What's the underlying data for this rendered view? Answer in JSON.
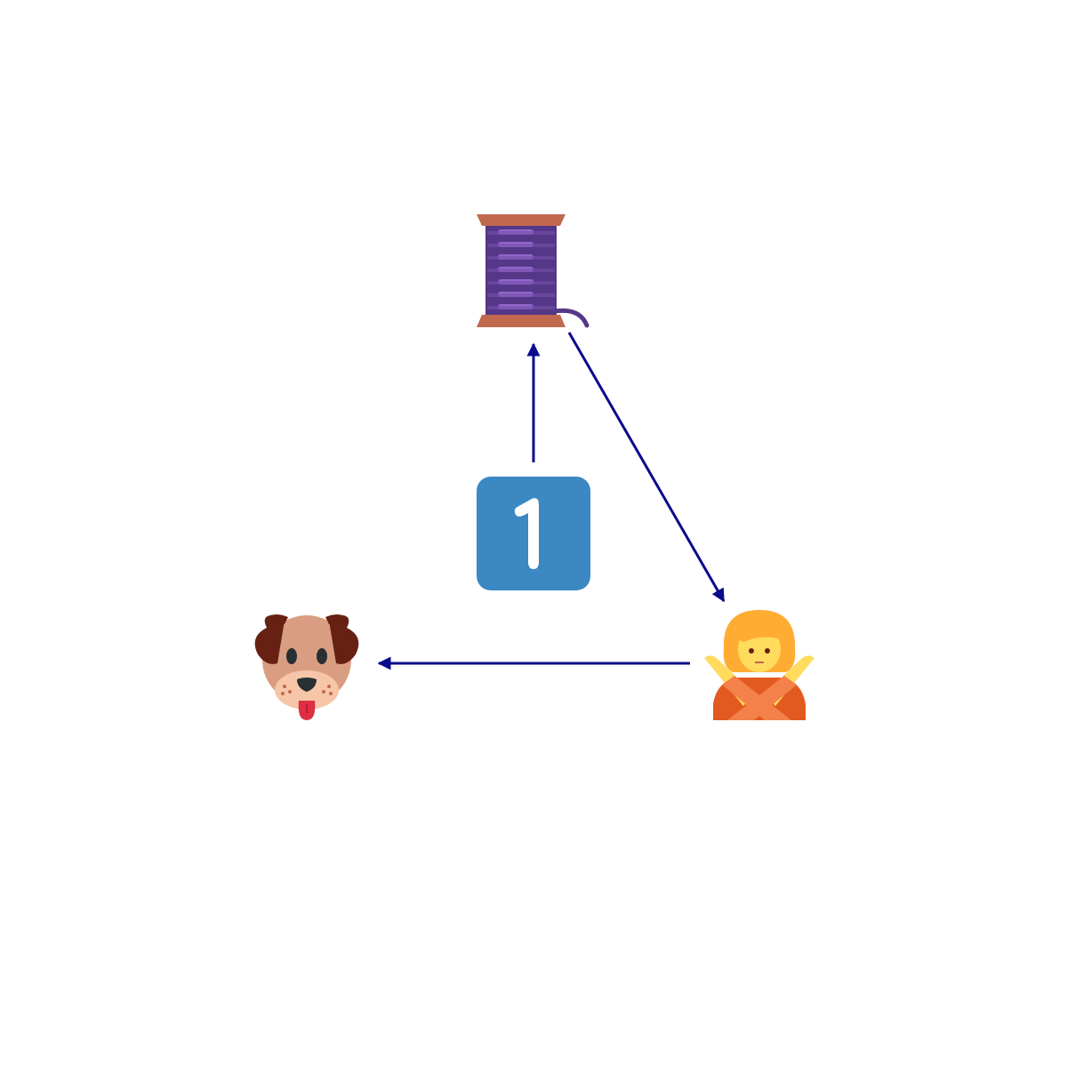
{
  "diagram": {
    "colors": {
      "arrow": "#0a0a8c",
      "background": "#ffffff"
    },
    "nodes": [
      {
        "id": "spool",
        "icon": "thread-spool-icon"
      },
      {
        "id": "person",
        "icon": "person-gesturing-no-icon"
      },
      {
        "id": "dog",
        "icon": "dog-face-icon"
      },
      {
        "id": "keycap",
        "icon": "keycap-digit-one-icon",
        "label": "1"
      }
    ],
    "edges": [
      {
        "from": "keycap",
        "to": "spool"
      },
      {
        "from": "spool",
        "to": "person"
      },
      {
        "from": "person",
        "to": "dog"
      }
    ]
  }
}
